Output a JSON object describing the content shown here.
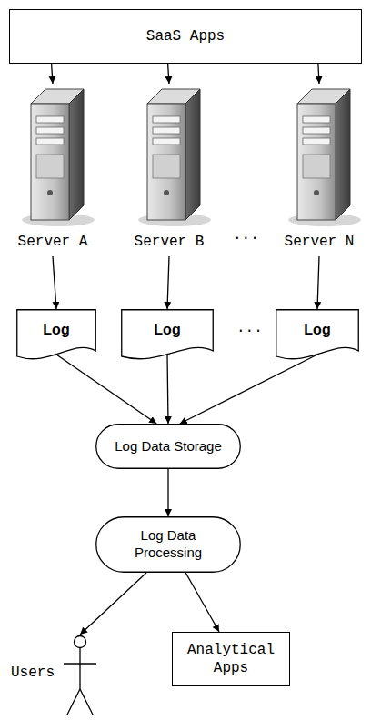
{
  "diagram": {
    "nodes": [
      {
        "text": [
          "SaaS Apps"
        ]
      },
      {
        "text": [
          "Server A"
        ]
      },
      {
        "text": [
          "Server B"
        ]
      },
      {
        "text": [
          "Server N"
        ]
      },
      {
        "text": [
          "Log"
        ]
      },
      {
        "text": [
          "Log"
        ]
      },
      {
        "text": [
          "Log"
        ]
      },
      {
        "text": [
          "Log Data Storage"
        ]
      },
      {
        "text": [
          "Log Data Processing"
        ]
      },
      {
        "text": [
          "Users"
        ]
      },
      {
        "text": [
          "Analytical Apps"
        ]
      }
    ],
    "edges": [
      {
        "from": 0,
        "to": 1,
        "arrow": "to"
      },
      {
        "from": 0,
        "to": 2,
        "arrow": "to"
      },
      {
        "from": 0,
        "to": 3,
        "arrow": "to"
      },
      {
        "from": 1,
        "to": 4,
        "arrow": "to"
      },
      {
        "from": 2,
        "to": 5,
        "arrow": "to"
      },
      {
        "from": 3,
        "to": 6,
        "arrow": "to"
      },
      {
        "from": 4,
        "to": 7,
        "arrow": "to"
      },
      {
        "from": 5,
        "to": 7,
        "arrow": "to"
      },
      {
        "from": 6,
        "to": 7,
        "arrow": "to"
      },
      {
        "from": 7,
        "to": 8,
        "arrow": "to"
      },
      {
        "from": 8,
        "to": 9,
        "arrow": "to"
      },
      {
        "from": 8,
        "to": 10,
        "arrow": "to"
      }
    ],
    "labels": [
      "...",
      "..."
    ]
  }
}
